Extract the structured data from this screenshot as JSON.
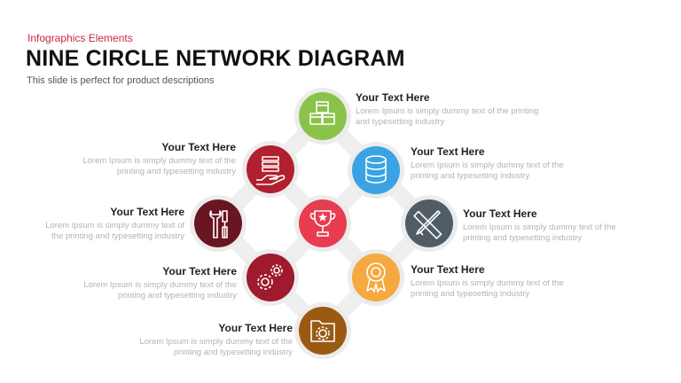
{
  "header": {
    "kicker": "Infographics  Elements",
    "title": "NINE CIRCLE NETWORK DIAGRAM",
    "subtitle": "This slide is perfect for product descriptions"
  },
  "nodes": [
    {
      "id": "top",
      "icon": "cubes-icon",
      "color": "#8bc34a",
      "heading": "Your Text Here",
      "text1": "Lorem Ipsum  is simply dummy  text of the printing",
      "text2": "and typesetting  industry"
    },
    {
      "id": "upper-right",
      "icon": "database-icon",
      "color": "#3ba3e3",
      "heading": "Your Text Here",
      "text1": "Lorem Ipsum  is simply dummy  text of the",
      "text2": "printing and typesetting industry"
    },
    {
      "id": "right",
      "icon": "pencil-ruler-icon",
      "color": "#505c66",
      "heading": "Your Text Here",
      "text1": "Lorem Ipsum  is simply dummy  text of the",
      "text2": "printing and typesetting industry"
    },
    {
      "id": "lower-right",
      "icon": "award-ribbon-icon",
      "color": "#f5a93f",
      "heading": "Your Text Here",
      "text1": "Lorem Ipsum  is simply dummy  text of the",
      "text2": "printing and typesetting industry"
    },
    {
      "id": "bottom",
      "icon": "folder-gear-icon",
      "color": "#9a5a12",
      "heading": "Your Text Here",
      "text1": "Lorem Ipsum  is simply dummy  text of the",
      "text2": "printing and typesetting industry"
    },
    {
      "id": "lower-left",
      "icon": "gears-icon",
      "color": "#9e1a2c",
      "heading": "Your Text Here",
      "text1": "Lorem Ipsum  is simply dummy  text of the",
      "text2": "printing and typesetting industry"
    },
    {
      "id": "left",
      "icon": "tools-icon",
      "color": "#6a1522",
      "heading": "Your Text Here",
      "text1": "Lorem Ipsum  is simply dummy  text of",
      "text2": "the printing and typesetting  industry"
    },
    {
      "id": "upper-left",
      "icon": "hand-stack-icon",
      "color": "#b0202e",
      "heading": "Your Text Here",
      "text1": "Lorem Ipsum  is simply dummy  text of the",
      "text2": "printing and typesetting industry"
    },
    {
      "id": "center",
      "icon": "trophy-icon",
      "color": "#e83c50",
      "heading": "",
      "text1": "",
      "text2": ""
    }
  ]
}
